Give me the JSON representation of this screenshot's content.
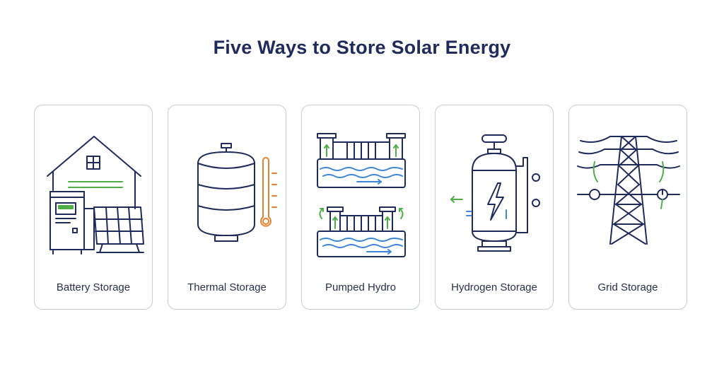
{
  "title": "Five Ways to Store Solar Energy",
  "colors": {
    "navy": "#1f2b5a",
    "green": "#4fae47",
    "blue": "#3d86d8",
    "orange": "#e8822e",
    "border": "#c9ccd6"
  },
  "cards": [
    {
      "label": "Battery Storage",
      "icon": "house-battery-solar-icon"
    },
    {
      "label": "Thermal Storage",
      "icon": "thermal-tank-thermometer-icon"
    },
    {
      "label": "Pumped Hydro",
      "icon": "pumped-hydro-dam-icon"
    },
    {
      "label": "Hydrogen Storage",
      "icon": "hydrogen-tank-icon"
    },
    {
      "label": "Grid Storage",
      "icon": "transmission-tower-icon"
    }
  ]
}
